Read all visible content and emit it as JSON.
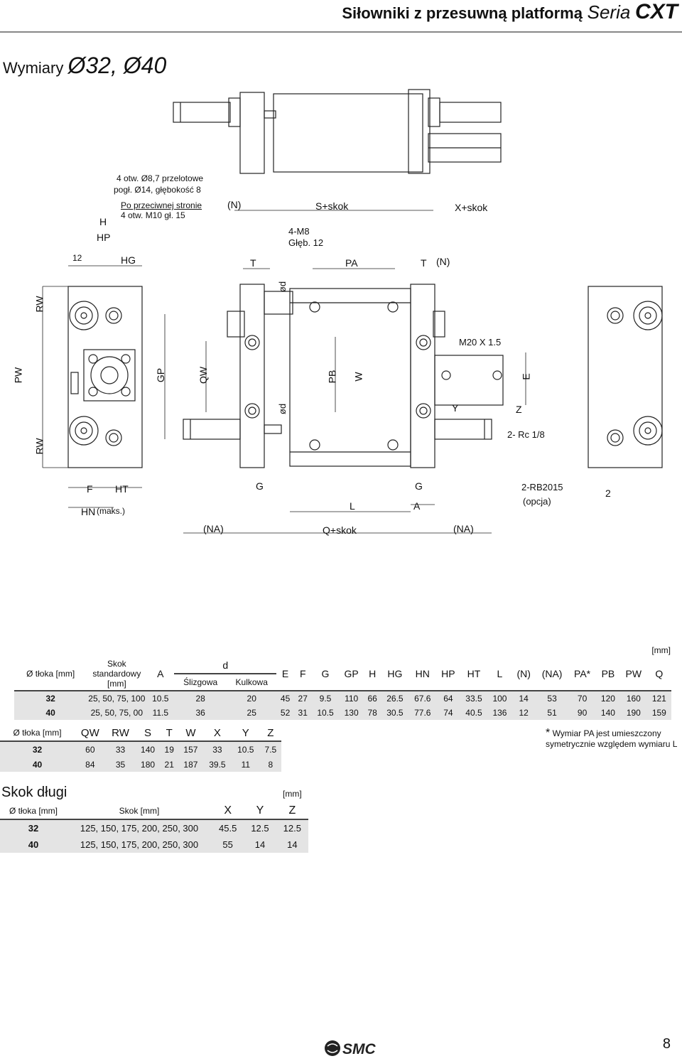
{
  "header": {
    "title_part1": "Siłowniki z przesuwną platformą",
    "title_part2": "Seria",
    "title_part3": "CXT"
  },
  "section": {
    "prefix": "Wymiary",
    "sizes": "Ø32, Ø40"
  },
  "drawing_labels": {
    "note1_line1": "4 otw. Ø8,7 przelotowe",
    "note1_line2": "pogł. Ø14, głębokość 8",
    "note2_line1": "Po przeciwnej stronie",
    "note2_line2": "4 otw. M10 gł. 15",
    "H": "H",
    "HP": "HP",
    "dim12": "12",
    "HG": "HG",
    "N1": "(N)",
    "S_skok": "S+skok",
    "X_skok": "X+skok",
    "M8_line1": "4-M8",
    "M8_line2": "Głęb. 12",
    "T1": "T",
    "PA": "PA",
    "T2": "T",
    "N2": "(N)",
    "od1": "ød",
    "od2": "ød",
    "RW1": "RW",
    "RW2": "RW",
    "PW": "PW",
    "GP": "GP",
    "QW": "QW",
    "PB": "PB",
    "W": "W",
    "E": "E",
    "M20": "M20 X 1.5",
    "Y": "Y",
    "Z": "Z",
    "Rc": "2- Rc 1/8",
    "F": "F",
    "HT": "HT",
    "HN": "HN",
    "maks": "(maks.)",
    "G1": "G",
    "G2": "G",
    "L": "L",
    "A": "A",
    "RB": "2-RB2015",
    "opcja": "(opcja)",
    "dim2": "2",
    "NA1": "(NA)",
    "Q_skok": "Q+skok",
    "NA2": "(NA)"
  },
  "main_table": {
    "unit": "[mm]",
    "col_bore": "Ø tłoka [mm]",
    "col_stroke": "Skok standardowy [mm]",
    "col_A": "A",
    "col_d": "d",
    "col_d_slide": "Ślizgowa",
    "col_d_ball": "Kulkowa",
    "cols": [
      "E",
      "F",
      "G",
      "GP",
      "H",
      "HG",
      "HN",
      "HP",
      "HT",
      "L",
      "(N)",
      "(NA)",
      "PA*",
      "PB",
      "PW",
      "Q"
    ],
    "rows": [
      [
        "32",
        "25, 50, 75, 100",
        "10.5",
        "28",
        "20",
        "45",
        "27",
        "9.5",
        "110",
        "66",
        "26.5",
        "67.6",
        "64",
        "33.5",
        "100",
        "14",
        "53",
        "70",
        "120",
        "160",
        "121"
      ],
      [
        "40",
        "25, 50, 75, 00",
        "11.5",
        "36",
        "25",
        "52",
        "31",
        "10.5",
        "130",
        "78",
        "30.5",
        "77.6",
        "74",
        "40.5",
        "136",
        "12",
        "51",
        "90",
        "140",
        "190",
        "159"
      ]
    ]
  },
  "table2": {
    "cols": [
      "Ø tłoka [mm]",
      "QW",
      "RW",
      "S",
      "T",
      "W",
      "X",
      "Y",
      "Z"
    ],
    "rows": [
      [
        "32",
        "60",
        "33",
        "140",
        "19",
        "157",
        "33",
        "10.5",
        "7.5"
      ],
      [
        "40",
        "84",
        "35",
        "180",
        "21",
        "187",
        "39.5",
        "11",
        "8"
      ]
    ]
  },
  "note": {
    "star": "*",
    "line1": "Wymiar PA jest umieszczony",
    "line2": "symetrycznie względem wymiaru L"
  },
  "long_stroke": {
    "title": "Skok długi",
    "unit": "[mm]",
    "cols": [
      "Ø tłoka [mm]",
      "Skok [mm]",
      "X",
      "Y",
      "Z"
    ],
    "rows": [
      [
        "32",
        "125, 150, 175, 200, 250, 300",
        "45.5",
        "12.5",
        "12.5"
      ],
      [
        "40",
        "125, 150, 175, 200, 250, 300",
        "55",
        "14",
        "14"
      ]
    ]
  },
  "footer": {
    "logo_text": "SMC",
    "page": "8"
  }
}
